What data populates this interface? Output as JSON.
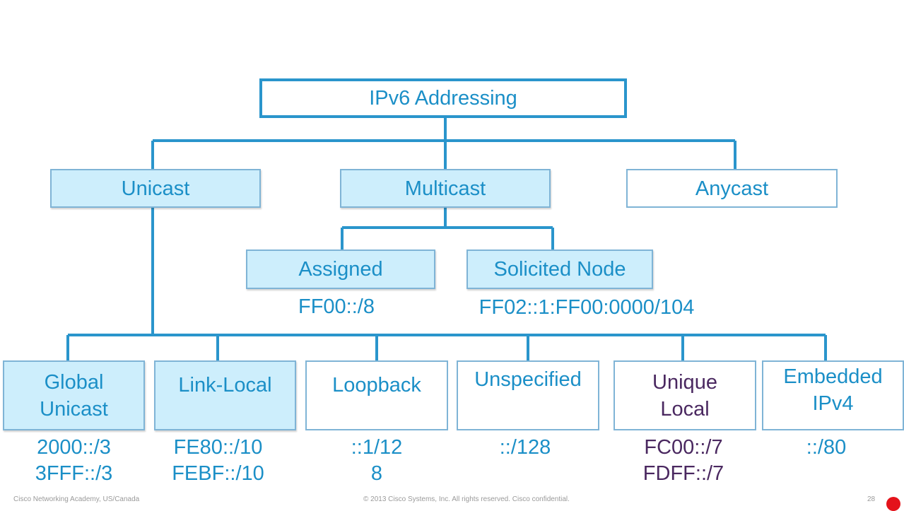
{
  "root": {
    "label": "IPv6 Addressing"
  },
  "level1": {
    "unicast": "Unicast",
    "multicast": "Multicast",
    "anycast": "Anycast"
  },
  "multicast_children": {
    "assigned": {
      "label": "Assigned",
      "address": "FF00::/8"
    },
    "solicited": {
      "label": "Solicited Node",
      "address": "FF02::1:FF00:0000/104"
    }
  },
  "unicast_children": {
    "global": {
      "label_lines": [
        "Global",
        "Unicast"
      ],
      "address_lines": [
        "2000::/3",
        "3FFF::/3"
      ]
    },
    "link_local": {
      "label": "Link-Local",
      "address_lines": [
        "FE80::/10",
        "FEBF::/10"
      ]
    },
    "loopback": {
      "label": "Loopback",
      "address_lines": [
        "::1/12",
        "8"
      ]
    },
    "unspecified": {
      "label": "Unspecified",
      "address": "::/128"
    },
    "unique_local": {
      "label_lines": [
        "Unique",
        "Local"
      ],
      "address_lines": [
        "FC00::/7",
        "FDFF::/7"
      ]
    },
    "embedded": {
      "label_lines": [
        "Embedded",
        "IPv4"
      ],
      "address": "::/80"
    }
  },
  "footer": {
    "left": "Cisco Networking Academy, US/Canada",
    "center": "© 2013 Cisco Systems, Inc. All rights reserved. Cisco confidential.",
    "page": "28"
  },
  "colors": {
    "text": "#1b8fc7",
    "purple_text": "#4a2860",
    "box_fill": "#cdeefc",
    "connector": "#2a95cc"
  }
}
